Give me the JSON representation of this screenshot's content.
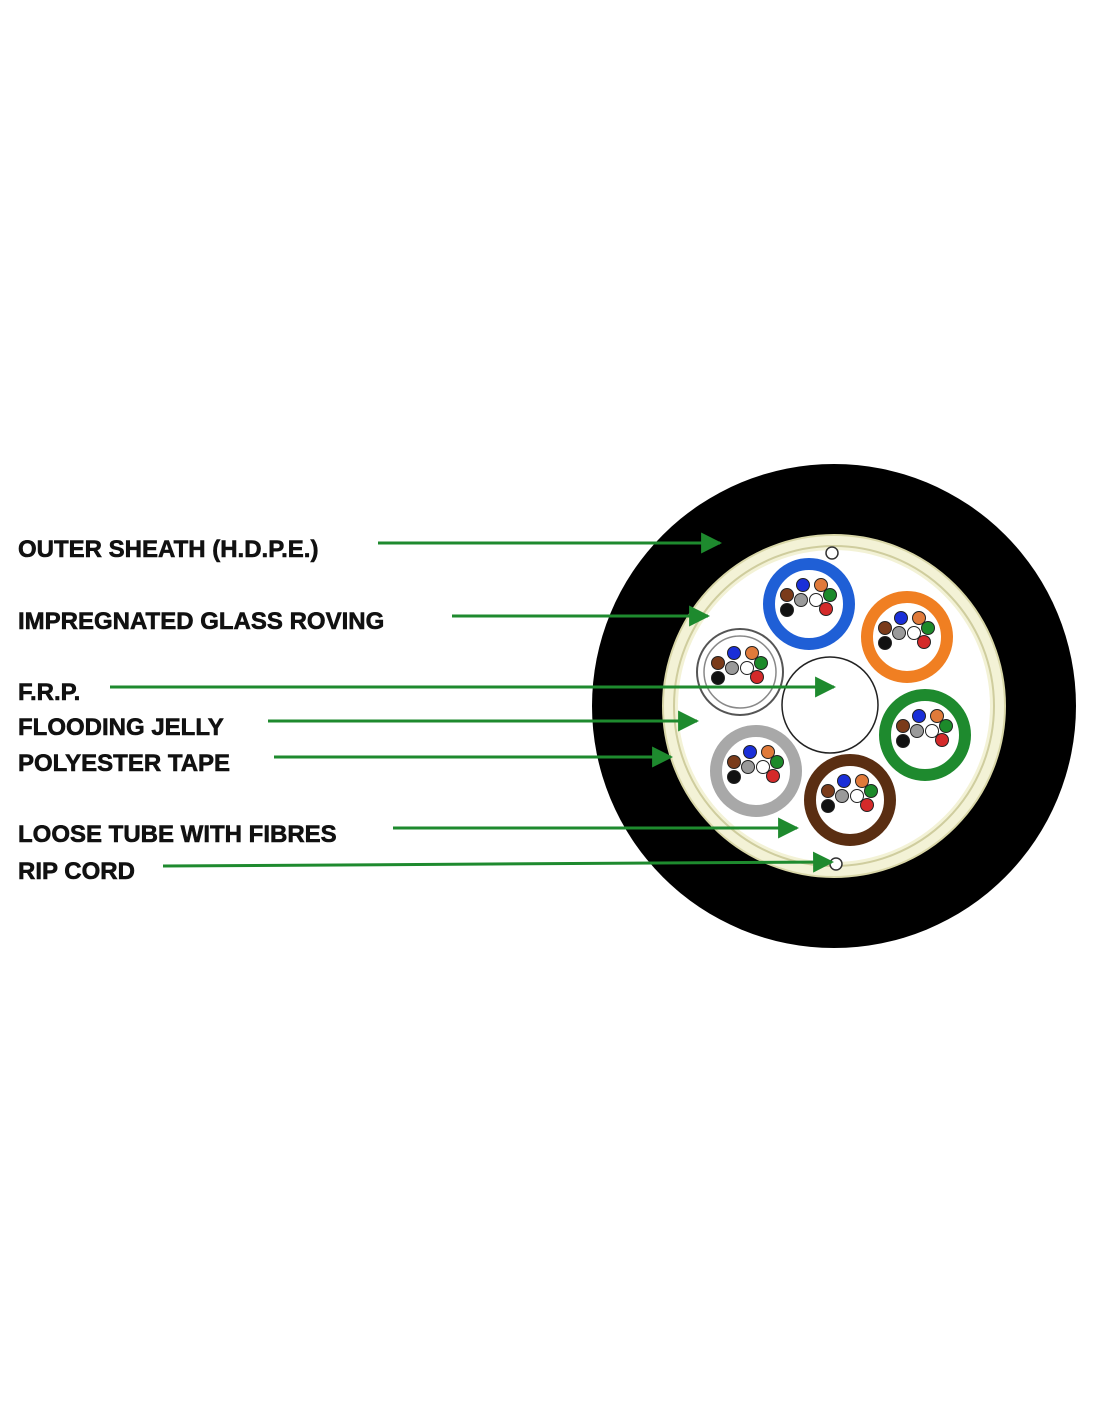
{
  "labels": {
    "outer_sheath": "OUTER SHEATH (H.D.P.E.)",
    "glass_roving": "IMPREGNATED GLASS ROVING",
    "frp": "F.R.P.",
    "flooding_jelly": "FLOODING JELLY",
    "polyester_tape": "POLYESTER TAPE",
    "loose_tube": "LOOSE TUBE WITH FIBRES",
    "rip_cord": "RIP CORD"
  },
  "colors": {
    "arrow": "#1e8a2e",
    "sheath": "#000000",
    "roving": "#f3f2d6",
    "tube_blue": "#1f5fd6",
    "tube_orange": "#f07f22",
    "tube_green": "#1e8a2e",
    "tube_brown": "#5a2e12",
    "tube_grey": "#a8a8a8",
    "tube_white": "#ffffff",
    "fibre_blue": "#1a2fd8",
    "fibre_orange": "#e07a3a",
    "fibre_green": "#1c8a2a",
    "fibre_brown": "#7a3b1a",
    "fibre_grey": "#9a9a9a",
    "fibre_white": "#ffffff",
    "fibre_red": "#d42a2a",
    "fibre_black": "#111111"
  },
  "tubes": [
    {
      "color": "tube_blue"
    },
    {
      "color": "tube_orange"
    },
    {
      "color": "tube_green"
    },
    {
      "color": "tube_brown"
    },
    {
      "color": "tube_grey"
    },
    {
      "color": "tube_white"
    }
  ]
}
